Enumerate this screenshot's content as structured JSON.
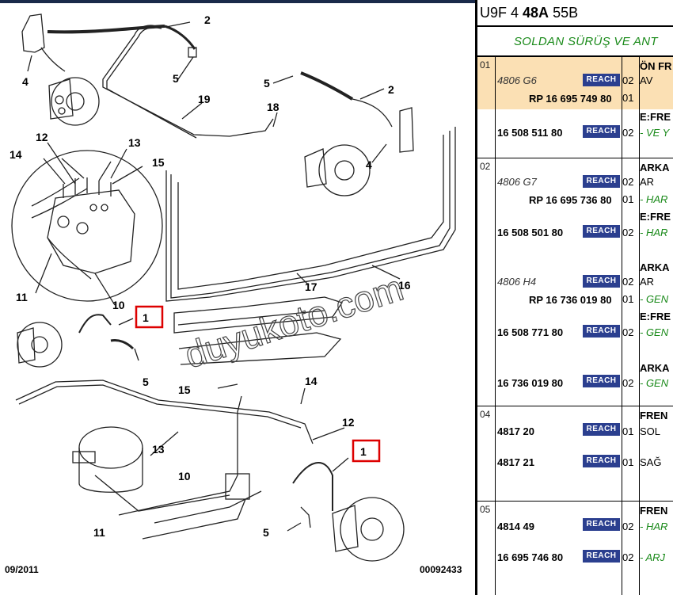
{
  "diagram": {
    "callouts": [
      "1",
      "1",
      "2",
      "2",
      "4",
      "4",
      "5",
      "5",
      "5",
      "5",
      "10",
      "10",
      "11",
      "11",
      "12",
      "12",
      "13",
      "13",
      "14",
      "14",
      "15",
      "15",
      "16",
      "17",
      "18",
      "19"
    ],
    "date": "09/2011",
    "ref_number": "00092433",
    "watermark": "duyukoto.com"
  },
  "parts_panel": {
    "code_prefix": "U9F 4 ",
    "code_bold": "48A",
    "code_suffix": " 55B",
    "subtitle": "SOLDAN SÜRÜŞ VE ANT",
    "badge_label": "REACH",
    "groups": [
      {
        "num": "01",
        "highlight": true,
        "rows": [
          {
            "ref": "4806 G6",
            "ref_style": "it",
            "badge": true,
            "qty": "02",
            "desc": "ÖN FR",
            "desc_style": "bd"
          },
          {
            "ref": "RP 16 695 749 80",
            "ref_style": "bd",
            "badge": false,
            "qty": "01",
            "desc": "AV",
            "desc_style": ""
          },
          {
            "ref": "16 508 511 80",
            "ref_style": "bd",
            "badge": true,
            "qty": "02",
            "desc": "E:FRE",
            "desc_style": "bd",
            "desc2": "- VE Y"
          }
        ]
      },
      {
        "num": "02",
        "highlight": false,
        "rows": [
          {
            "ref": "4806 G7",
            "ref_style": "it",
            "badge": true,
            "qty": "02",
            "desc": "ARKA"
          },
          {
            "ref": "RP 16 695 736 80",
            "ref_style": "bd",
            "qty": "01",
            "desc": "AR",
            "desc2": "- HAR"
          },
          {
            "ref": "16 508 501 80",
            "ref_style": "bd",
            "badge": true,
            "qty": "02",
            "desc": "E:FRE",
            "desc2": "- HAR"
          },
          {
            "ref": "4806 H4",
            "ref_style": "it",
            "badge": true,
            "qty": "02",
            "desc": "ARKA",
            "desc2": "AR"
          },
          {
            "ref": "RP 16 736 019 80",
            "ref_style": "bd",
            "qty": "01",
            "desc": "- GEN"
          },
          {
            "ref": "16 508 771 80",
            "ref_style": "bd",
            "badge": true,
            "qty": "02",
            "desc": "E:FRE",
            "desc2": "- GEN"
          },
          {
            "ref": "16 736 019 80",
            "ref_style": "bd",
            "badge": true,
            "qty": "02",
            "desc": "ARKA",
            "desc2": "- GEN"
          }
        ]
      },
      {
        "num": "04",
        "rows": [
          {
            "ref": "4817 20",
            "badge": true,
            "qty": "01",
            "desc": "FREN",
            "desc2": "SOL"
          },
          {
            "ref": "4817 21",
            "badge": true,
            "qty": "01",
            "desc": "SAĞ"
          }
        ]
      },
      {
        "num": "05",
        "rows": [
          {
            "ref": "4814 49",
            "badge": true,
            "qty": "02",
            "desc": "FREN",
            "desc2": "- HAR"
          },
          {
            "ref": "16 695 746 80",
            "badge": true,
            "qty": "02",
            "desc": "- ARJ"
          }
        ]
      }
    ]
  }
}
